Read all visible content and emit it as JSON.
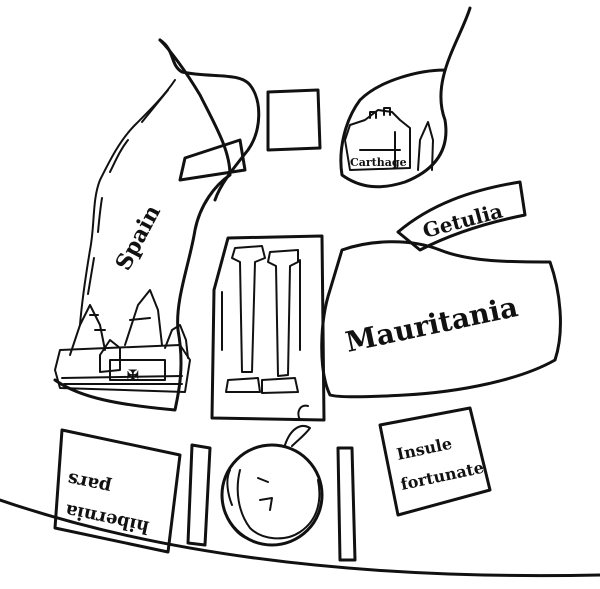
{
  "map": {
    "labels": {
      "spain": "Spain",
      "carthage": "Carthage",
      "getulia": "Getulia",
      "mauritania": "Mauritania",
      "insule_line1": "Insule",
      "insule_line2": "fortunate",
      "hibernia_line1": "hibernia",
      "hibernia_line2": "pars"
    },
    "pictograms": [
      "spain-city-icon",
      "carthage-city-icon",
      "pillars-of-hercules-icon",
      "wind-face-icon"
    ],
    "colors": {
      "ink": "#111111",
      "paper": "#ffffff"
    }
  }
}
